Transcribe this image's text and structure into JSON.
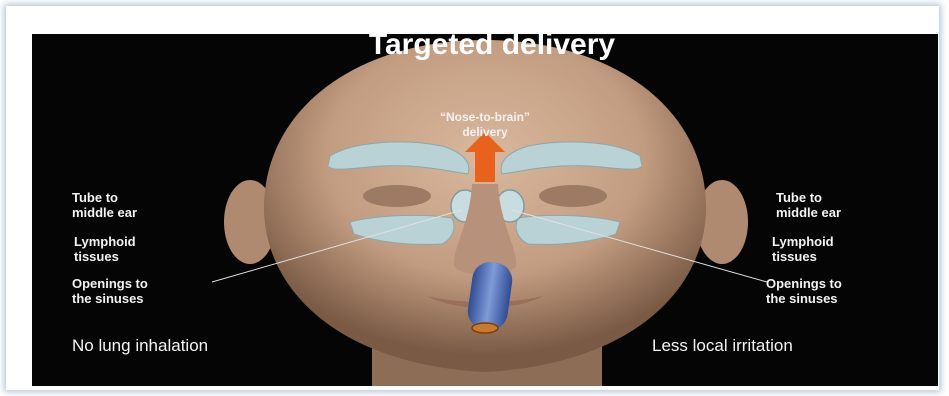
{
  "title": "Targeted delivery",
  "center_caption": "“Nose-to-brain”\ndelivery",
  "left_labels": {
    "tube": "Tube to\nmiddle ear",
    "lymphoid": "Lymphoid\ntissues",
    "openings": "Openings to\nthe sinuses"
  },
  "right_labels": {
    "tube": "Tube to\nmiddle ear",
    "lymphoid": "Lymphoid\ntissues",
    "openings": "Openings to\nthe sinuses"
  },
  "bottom_left": "No lung inhalation",
  "bottom_right": "Less local irritation",
  "colors": {
    "background": "#050505",
    "skin": "#c9a488",
    "sinus": "#b8d2d6",
    "arrow": "#e8621d",
    "device": "#4b6fb8"
  }
}
